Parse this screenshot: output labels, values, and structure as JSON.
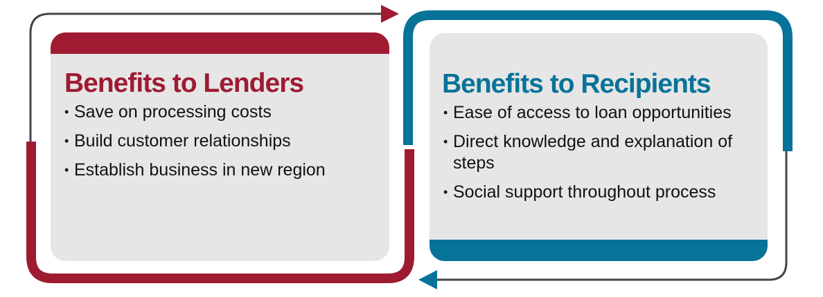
{
  "lenders": {
    "title": "Benefits to Lenders",
    "items": [
      "Save on processing costs",
      "Build customer relationships",
      "Establish business in new region"
    ]
  },
  "recipients": {
    "title": "Benefits to Recipients",
    "items": [
      "Ease of access to loan opportunities",
      "Direct knowledge and explanation of steps",
      "Social support throughout process"
    ]
  },
  "colors": {
    "red": "#9e1b32",
    "blue": "#087398",
    "gray_box": "#e6e6e6",
    "line": "#444444"
  }
}
